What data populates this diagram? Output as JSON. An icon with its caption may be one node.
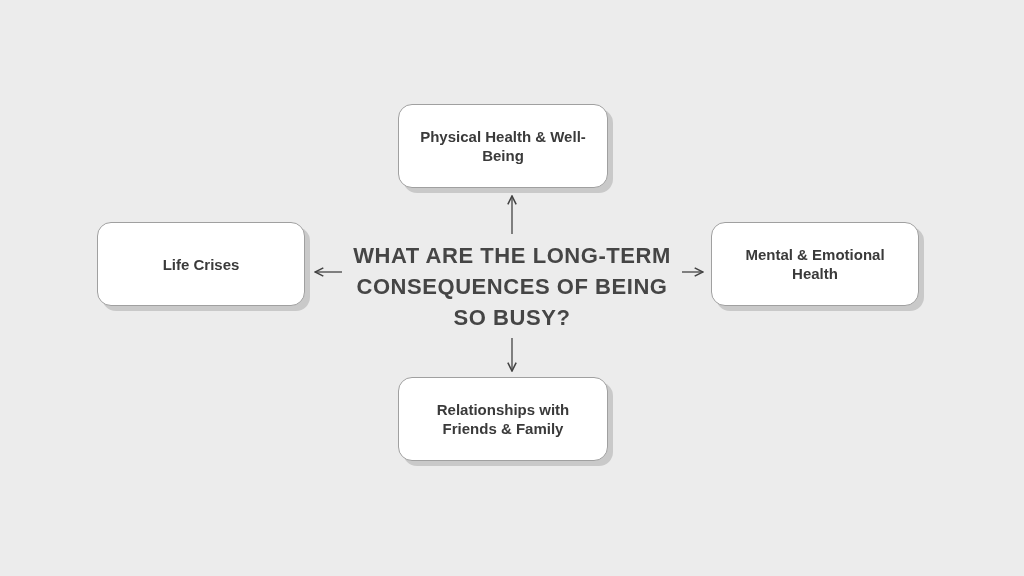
{
  "diagram": {
    "nodes": [
      {
        "text": [
          "WHAT ARE THE LONG-TERM CONSEQUENCES OF BEING SO BUSY?"
        ]
      },
      {
        "text": [
          "Physical Health & Well-Being"
        ]
      },
      {
        "text": [
          "Life Crises"
        ]
      },
      {
        "text": [
          "Mental & Emotional Health"
        ]
      },
      {
        "text": [
          "Relationships with Friends & Family"
        ]
      }
    ],
    "edges": [
      {
        "from": 0,
        "to": 1,
        "arrow": "to"
      },
      {
        "from": 0,
        "to": 2,
        "arrow": "to"
      },
      {
        "from": 0,
        "to": 3,
        "arrow": "to"
      },
      {
        "from": 0,
        "to": 4,
        "arrow": "to"
      }
    ]
  }
}
